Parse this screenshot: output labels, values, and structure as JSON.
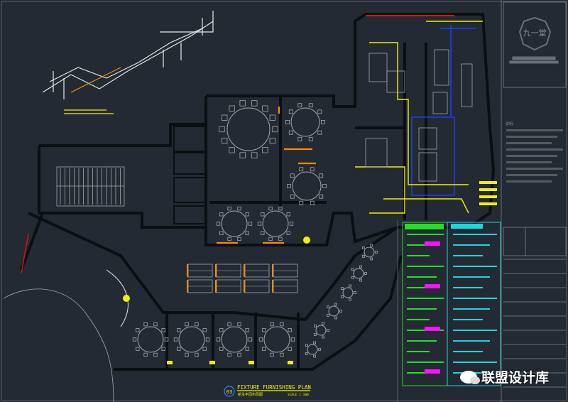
{
  "title_block": {
    "logo_text": "九一堂",
    "notes_heading": "说明:"
  },
  "plan": {
    "number": "03",
    "title": "FIXTURE FURNISHING PLAN",
    "subtitle": "新永丰园布局图",
    "scale": "SCALE 1:100"
  },
  "watermark": {
    "text": "联盟设计库"
  },
  "colors": {
    "background": "#232a33",
    "wall": "#0b0e12",
    "furniture": "#a3a8ad",
    "accent_yellow": "#f2f200",
    "accent_green": "#22e022",
    "accent_cyan": "#18d8e0",
    "accent_magenta": "#ff10ff",
    "accent_blue": "#2040ff",
    "accent_orange": "#ff8a00",
    "accent_red": "#e01010"
  }
}
